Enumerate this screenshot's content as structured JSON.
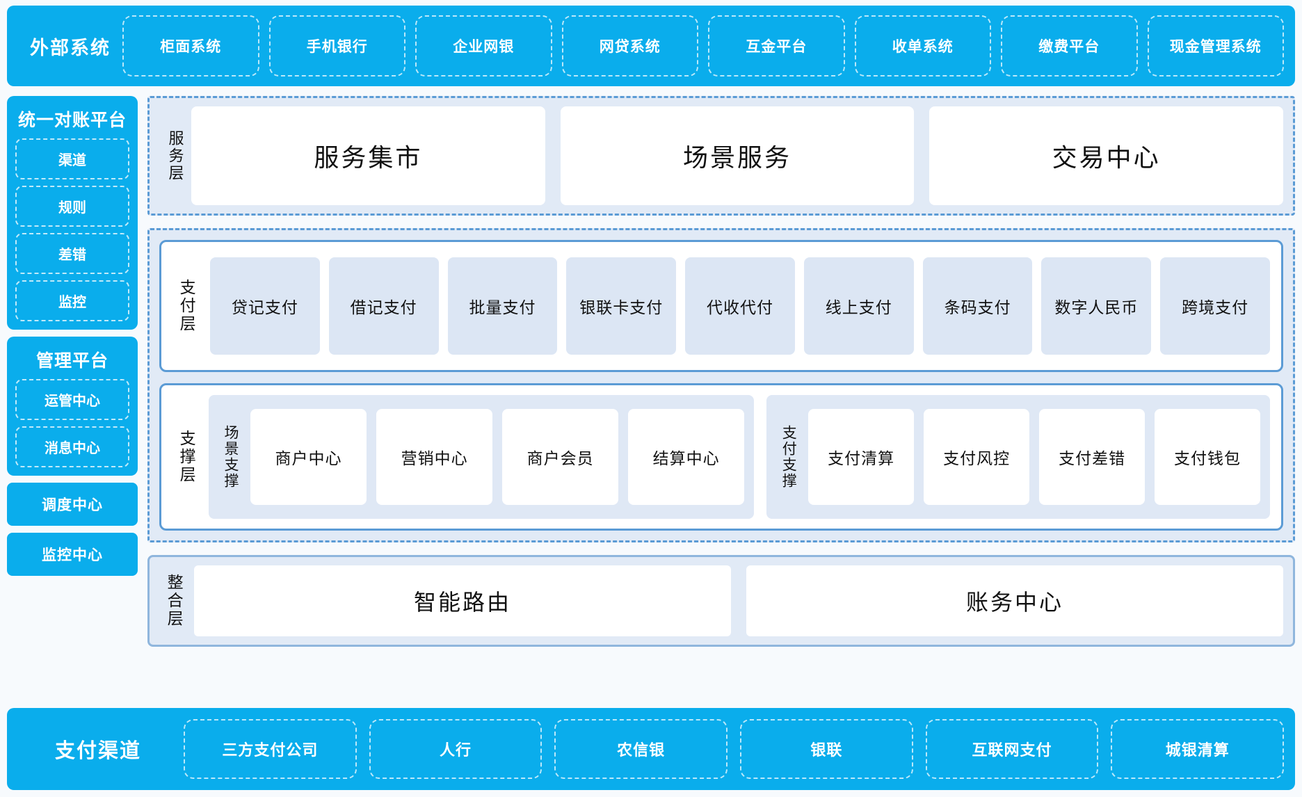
{
  "colors": {
    "brand_blue": "#0AADEC",
    "section_bg": "#E1EAF6",
    "section_border": "#5B9BD5",
    "tile_blue": "#DCE6F4",
    "page_bg": "#F7FAFD"
  },
  "external": {
    "title": "外部系统",
    "items": [
      "柜面系统",
      "手机银行",
      "企业网银",
      "网贷系统",
      "互金平台",
      "收单系统",
      "缴费平台",
      "现金管理系统"
    ]
  },
  "sidebar": {
    "panels": [
      {
        "title": "统一对账平台",
        "items": [
          "渠道",
          "规则",
          "差错",
          "监控"
        ]
      },
      {
        "title": "管理平台",
        "items": [
          "运管中心",
          "消息中心"
        ]
      }
    ],
    "solo_items": [
      "调度中心",
      "监控中心"
    ]
  },
  "service_layer": {
    "label": "服务层",
    "boxes": [
      "服务集市",
      "场景服务",
      "交易中心"
    ]
  },
  "payment_layer": {
    "label": "支付层",
    "tiles": [
      "贷记支付",
      "借记支付",
      "批量支付",
      "银联卡支付",
      "代收代付",
      "线上支付",
      "条码支付",
      "数字人民币",
      "跨境支付"
    ]
  },
  "support_layer": {
    "label": "支撑层",
    "groups": [
      {
        "label": "场景支撑",
        "tiles": [
          "商户中心",
          "营销中心",
          "商户会员",
          "结算中心"
        ]
      },
      {
        "label": "支付支撑",
        "tiles": [
          "支付清算",
          "支付风控",
          "支付差错",
          "支付钱包"
        ]
      }
    ]
  },
  "integration_layer": {
    "label": "整合层",
    "boxes": [
      "智能路由",
      "账务中心"
    ]
  },
  "channel": {
    "title": "支付渠道",
    "items": [
      "三方支付公司",
      "人行",
      "农信银",
      "银联",
      "互联网支付",
      "城银清算"
    ]
  }
}
